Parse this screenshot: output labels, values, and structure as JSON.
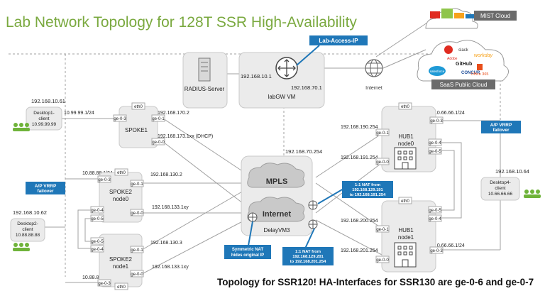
{
  "title": "Lab Network Topology for 128T SSR High-Availability",
  "footer": "Topology for SSR120! HA-Interfaces for SSR130 are ge-0-6 and ge-0-7",
  "lab_access_ip": "Lab-Access-IP",
  "radius": "RADIUS-Server",
  "labgw": {
    "name": "labGW VM",
    "ip_left": "192.168.10.1",
    "ip_bottom": "192.168.70.1"
  },
  "internet": "Internet",
  "mist": "MIST Cloud",
  "saas": {
    "label": "SaaS Public Cloud",
    "logos": [
      "slack",
      "Adobe",
      "workday",
      "GitHub",
      "salesforce",
      "CONCUR",
      "Office 365"
    ]
  },
  "desktop1": {
    "ip": "192.168.10.61",
    "name": "Desktop1-",
    "name2": "client",
    "sub": "10.99.99.99"
  },
  "desktop2": {
    "ip": "192.168.10.62",
    "name": "Desktop2-",
    "name2": "client",
    "sub": "10.88.88.88"
  },
  "desktop4": {
    "ip": "192.168.10.64",
    "name": "Desktop4-",
    "name2": "client",
    "sub": "10.66.66.66"
  },
  "spoke1": {
    "name": "SPOKE1",
    "eth": "eth0",
    "ge03": "ge-0-3",
    "ge01": "ge-0-1",
    "ge00": "ge-0-0",
    "ip_lan": "10.99.99.1/24",
    "ip_mpls": "192.168.170.2",
    "ip_dhcp": "192.168.173.1xx (DHCP)"
  },
  "spoke2n0": {
    "name": "SPOKE2",
    "node": "node0",
    "eth": "eth0",
    "ge03": "ge-0-3",
    "ge01": "ge-0-1",
    "ge04": "ge-0-4",
    "ge05": "ge-0-5",
    "ge00": "ge-0-0",
    "ip_lan": "10.88.88.1/24",
    "ip_mpls": "192.168.130.2",
    "ip_inet": "192.168.133.1xy"
  },
  "spoke2n1": {
    "name": "SPOKE2",
    "node": "node1",
    "eth": "eth0",
    "ge03": "ge-0-3",
    "ge01": "ge-0-1",
    "ge04": "ge-0-4",
    "ge05": "ge-0-5",
    "ge00": "ge-0-0",
    "ip_lan": "10.88.88.1/24",
    "ip_mpls": "192.168.130.3",
    "ip_inet": "192.168.133.1xy"
  },
  "hub1n0": {
    "name": "HUB1",
    "node": "node0",
    "eth": "eth0",
    "ge03": "ge-0-3",
    "ge01": "ge-0-1",
    "ge04": "ge-0-4",
    "ge05": "ge-0-5",
    "ge00": "ge-0-0",
    "ip_lan": "10.66.66.1/24",
    "ip_mpls": "192.168.190.254",
    "ip_inet": "192.168.191.254"
  },
  "hub1n1": {
    "name": "HUB1",
    "node": "node1",
    "eth": "eth0",
    "ge03": "ge-0-3",
    "ge01": "ge-0-1",
    "ge04": "ge-0-4",
    "ge05": "ge-0-5",
    "ge00": "ge-0-0",
    "ip_lan": "10.66.66.1/24",
    "ip_mpls": "192.168.200.254",
    "ip_inet": "192.168.201.254"
  },
  "delay": {
    "name": "DelayVM3",
    "mpls": "MPLS",
    "internet": "Internet",
    "ip_top": "192.168.70.254"
  },
  "vrrp_left": {
    "line1": "A/P VRRP",
    "line2": "failover"
  },
  "vrrp_right": {
    "line1": "A/P VRRP",
    "line2": "failover"
  },
  "nat1": {
    "line1": "1:1 NAT from",
    "line2": "192.168.129.191",
    "line3": "to 192.168.191.254"
  },
  "nat2": {
    "line1": "1:1 NAT from",
    "line2": "192.168.129.201",
    "line3": "to 192.168.201.254"
  },
  "symnat": {
    "line1": "Symmetric NAT",
    "line2": "hides original IP"
  },
  "colors": {
    "title": "#7aa93f",
    "badge": "#1f77b8",
    "box": "#ebebeb",
    "line": "#9a9a9a",
    "green": "#6fb33a",
    "red": "#e02b20"
  }
}
